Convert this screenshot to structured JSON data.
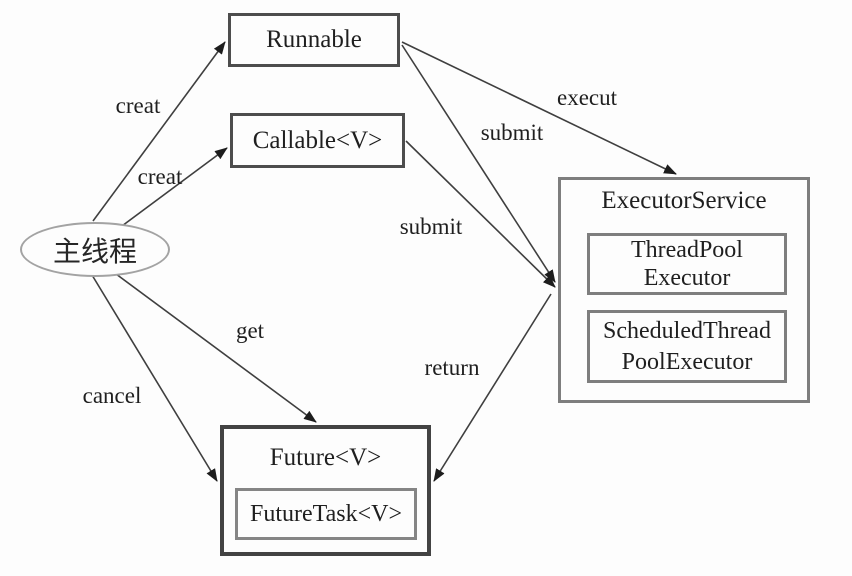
{
  "diagram": {
    "colors": {
      "background": "#fdfdfd",
      "line": "#3f3f3f",
      "arrowhead": "#1d1d1d",
      "node_border_dark": "#4d4d4d",
      "node_border_gray": "#7e7e7e",
      "ellipse_border": "#a3a3a3",
      "text": "#1f1f1f"
    },
    "nodes": {
      "main_thread": {
        "label": "主线程",
        "shape": "ellipse"
      },
      "runnable": {
        "label": "Runnable",
        "shape": "rect"
      },
      "callable": {
        "label": "Callable<V>",
        "shape": "rect"
      },
      "executor_service": {
        "label": "ExecutorService",
        "shape": "rect",
        "thread_pool_executor": {
          "line1": "ThreadPool",
          "line2": "Executor"
        },
        "scheduled_thread_pool_executor": {
          "line1": "ScheduledThread",
          "line2": "PoolExecutor"
        }
      },
      "future": {
        "label": "Future<V>",
        "shape": "rect",
        "future_task": {
          "label": "FutureTask<V>"
        }
      }
    },
    "edges": [
      {
        "id": "creat-runnable",
        "label": "creat",
        "from": "main_thread",
        "to": "runnable"
      },
      {
        "id": "creat-callable",
        "label": "creat",
        "from": "main_thread",
        "to": "callable"
      },
      {
        "id": "execut",
        "label": "execut",
        "from": "runnable",
        "to": "executor_service"
      },
      {
        "id": "submit-runnable",
        "label": "submit",
        "from": "runnable",
        "to": "executor_service"
      },
      {
        "id": "submit-callable",
        "label": "submit",
        "from": "callable",
        "to": "executor_service"
      },
      {
        "id": "get",
        "label": "get",
        "from": "main_thread",
        "to": "future"
      },
      {
        "id": "cancel",
        "label": "cancel",
        "from": "main_thread",
        "to": "future"
      },
      {
        "id": "return",
        "label": "return",
        "from": "executor_service",
        "to": "future"
      }
    ]
  }
}
